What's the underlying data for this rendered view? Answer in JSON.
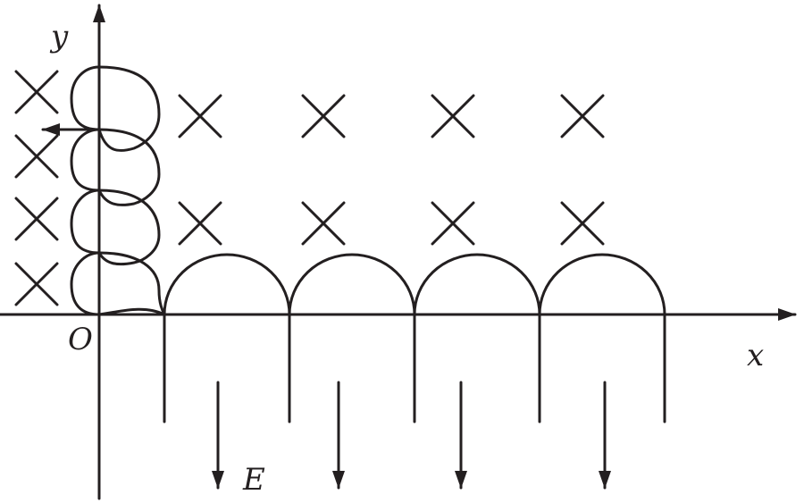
{
  "labels": {
    "y_axis": "y",
    "x_axis": "x",
    "origin": "O",
    "field": "E"
  },
  "colors": {
    "ink": "#231f20",
    "background": "#ffffff"
  },
  "magnetic_field": {
    "direction": "into-page",
    "marker": "cross"
  },
  "electric_field": {
    "direction": "down",
    "marker": "arrow"
  }
}
